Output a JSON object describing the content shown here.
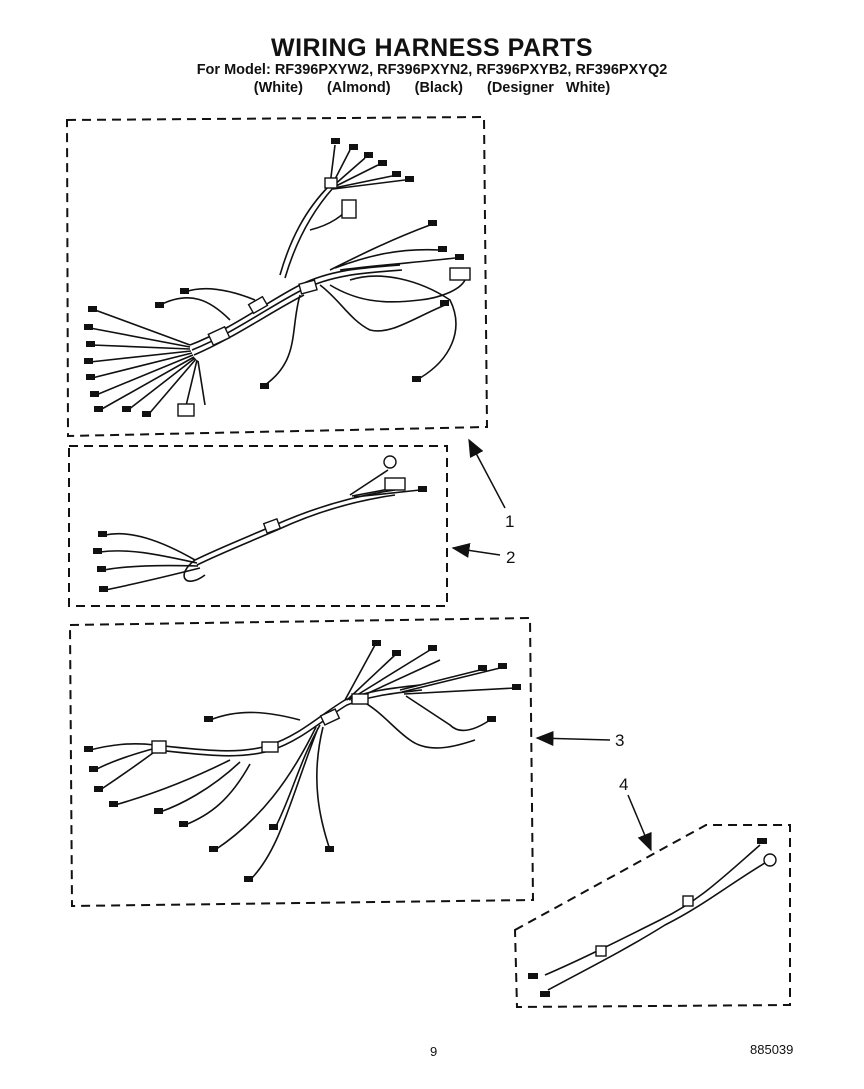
{
  "header": {
    "title": "WIRING HARNESS PARTS",
    "subtitle": "For Model: RF396PXYW2, RF396PXYN2, RF396PXYB2, RF396PXYQ2",
    "variants": [
      "(White)",
      "(Almond)",
      "(Black)",
      "(Designer White)"
    ]
  },
  "callouts": [
    "1",
    "2",
    "3",
    "4"
  ],
  "footer": {
    "page_number": "9",
    "document_number": "885039"
  }
}
